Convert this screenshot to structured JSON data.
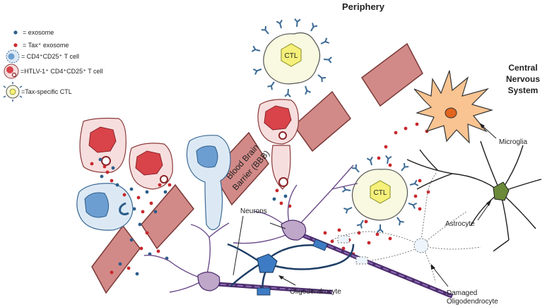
{
  "regions": {
    "periphery": "Periphery",
    "cns_line1": "Central",
    "cns_line2": "Nervous",
    "cns_line3": "System"
  },
  "legend": {
    "exosome": "= exosome",
    "tax_exosome": "= Tax⁺ exosome",
    "cd4_t_cell": "= CD4⁺CD25⁺ T cell",
    "htlv_t_cell": "=HTLV-1⁺ CD4⁺CD25⁺ T cell",
    "tax_ctl": "=Tax-specific CTL"
  },
  "cells": {
    "ctl_top": "CTL",
    "ctl_cns": "CTL",
    "bbb_line1": "Blood Brain",
    "bbb_line2": "Barrier (BBB)"
  },
  "labels": {
    "microglia": "Microglia",
    "astrocyte": "Astrocyte",
    "neurons": "Neurons",
    "oligodendrocyte": "Oligodendrocyte",
    "damaged_line1": "Damaged",
    "damaged_line2": "Oligodendrocyte"
  },
  "colors": {
    "barrier_fill": "#d28a88",
    "barrier_stroke": "#7a3a38",
    "htlv_cell_fill": "#f7dede",
    "htlv_nucleus": "#d9434a",
    "cd4_cell_fill": "#dce9f5",
    "cd4_nucleus": "#6d9ed2",
    "ctl_fill": "#f8f9e0",
    "ctl_nucleus": "#f5f07a",
    "ctl_receptor": "#3c6a94",
    "exosome_blue": "#2c5d8a",
    "exosome_red": "#c8282d",
    "microglia_fill": "#f9c491",
    "microglia_nucleus": "#e2651d",
    "neuron_fill": "#bfa7c9",
    "axon": "#4d2d6e",
    "astrocyte_body": "#6a8a3a",
    "oligo_fill": "#3d7cc4"
  }
}
